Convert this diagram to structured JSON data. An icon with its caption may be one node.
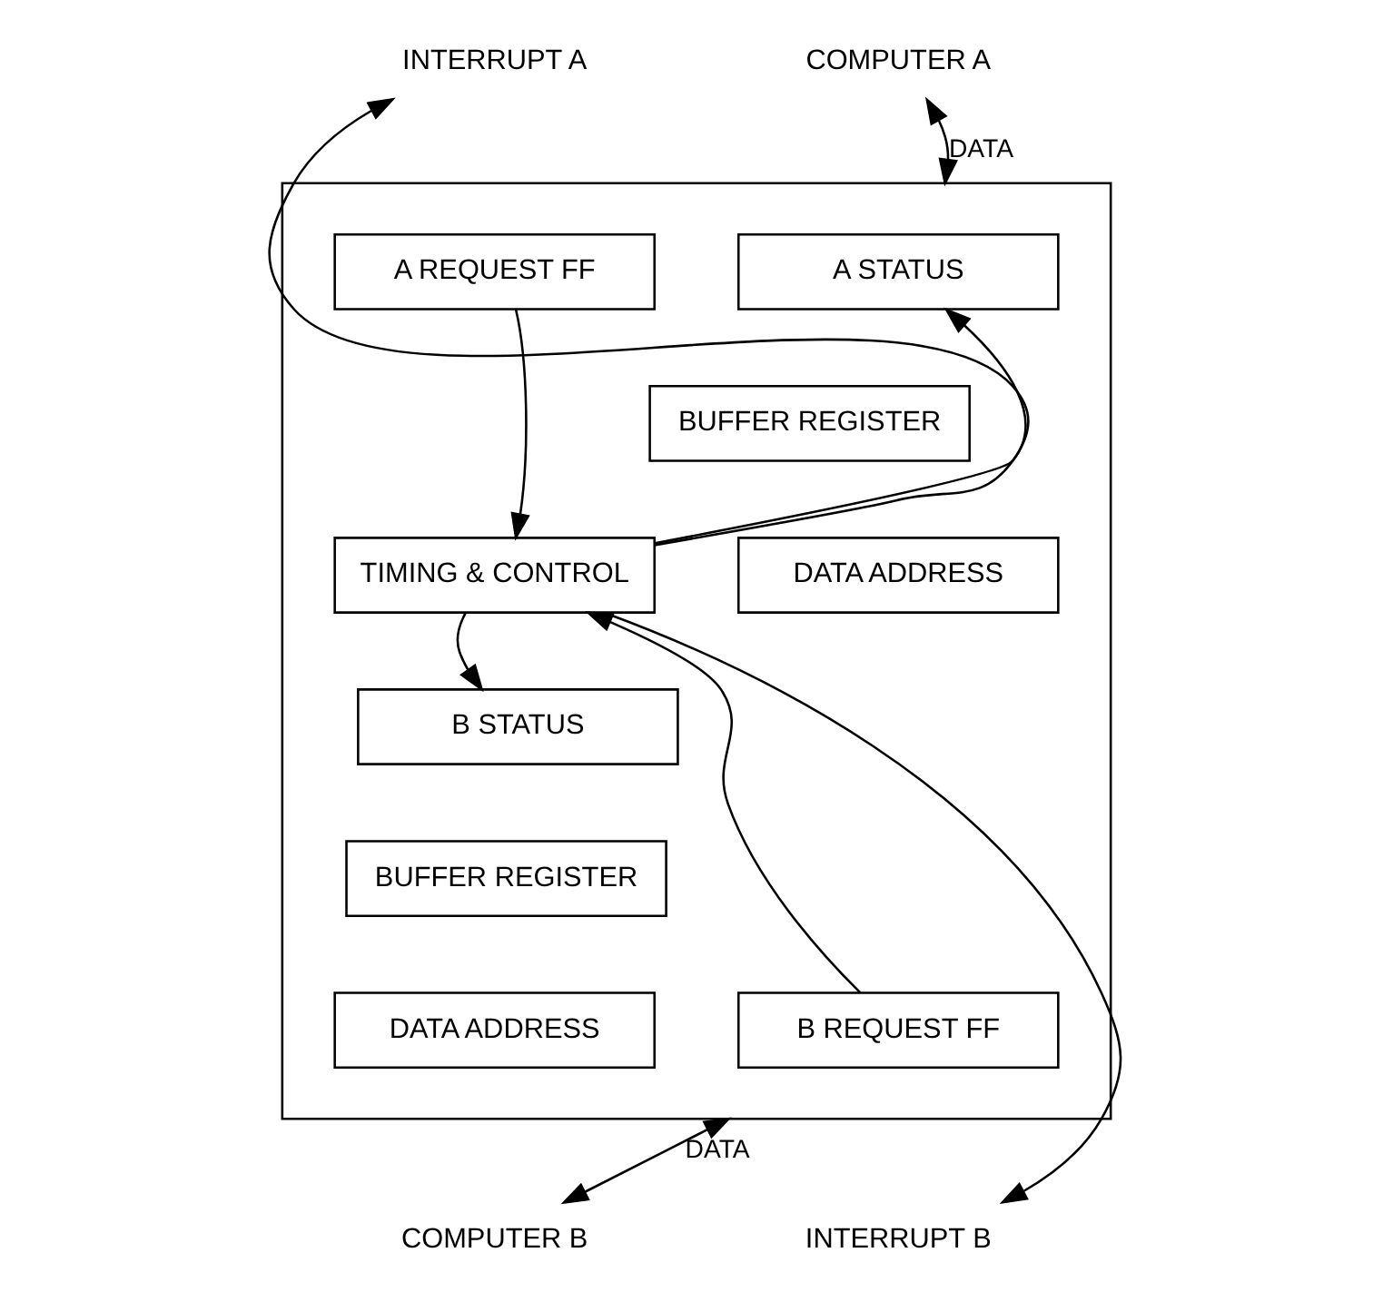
{
  "diagram": {
    "nodes": [
      {
        "text": [],
        "shape": "box"
      },
      {
        "text": [
          "A STATUS"
        ],
        "in": 0
      },
      {
        "text": [
          "BUFFER REGISTER"
        ],
        "in": 0
      },
      {
        "text": [
          "DATA ADDRESS"
        ],
        "in": 0
      },
      {
        "text": [
          "A REQUEST FF"
        ],
        "in": 0
      },
      {
        "text": [
          "TIMING & CONTROL"
        ],
        "in": 0
      },
      {
        "text": [
          "B STATUS"
        ],
        "in": 0
      },
      {
        "text": [
          "BUFFER REGISTER"
        ],
        "in": 0
      },
      {
        "text": [
          "DATA ADDRESS"
        ],
        "in": 0
      },
      {
        "text": [
          "B REQUEST FF"
        ],
        "in": 0
      },
      {
        "text": [
          "COMPUTER A"
        ]
      },
      {
        "text": [
          "INTERRUPT A"
        ]
      },
      {
        "text": [
          "COMPUTER B"
        ]
      },
      {
        "text": [
          "INTERRUPT B"
        ]
      }
    ],
    "edges": [
      {
        "from": 10,
        "to": 0,
        "arrow": "both",
        "label": "DATA"
      },
      {
        "from": 5,
        "to": 1,
        "arrow": "to"
      },
      {
        "from": 4,
        "to": 5,
        "arrow": "to"
      },
      {
        "from": 5,
        "to": 6,
        "arrow": "to"
      },
      {
        "from": 9,
        "to": 5,
        "arrow": "to"
      },
      {
        "from": 5,
        "to": 11,
        "arrow": "to"
      },
      {
        "from": 5,
        "to": 13,
        "arrow": "to"
      },
      {
        "from": 12,
        "to": 0,
        "arrow": "both",
        "label": "DATA"
      }
    ]
  }
}
